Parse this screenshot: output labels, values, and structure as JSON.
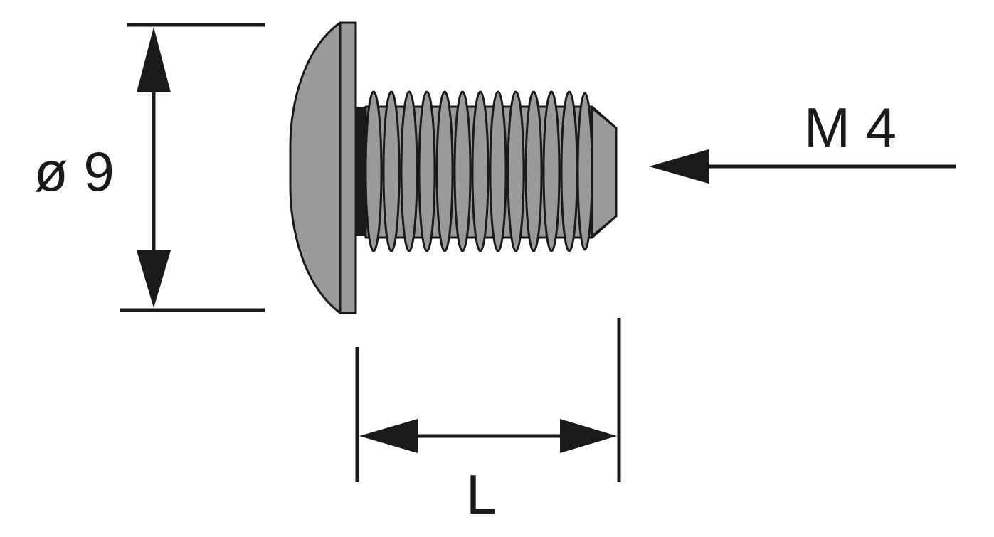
{
  "labels": {
    "diameter": "ø 9",
    "thread": "M 4",
    "length": "L"
  },
  "colors": {
    "part_fill": "#9a9a9a",
    "outline": "#1a1a1a",
    "background": "#ffffff"
  }
}
